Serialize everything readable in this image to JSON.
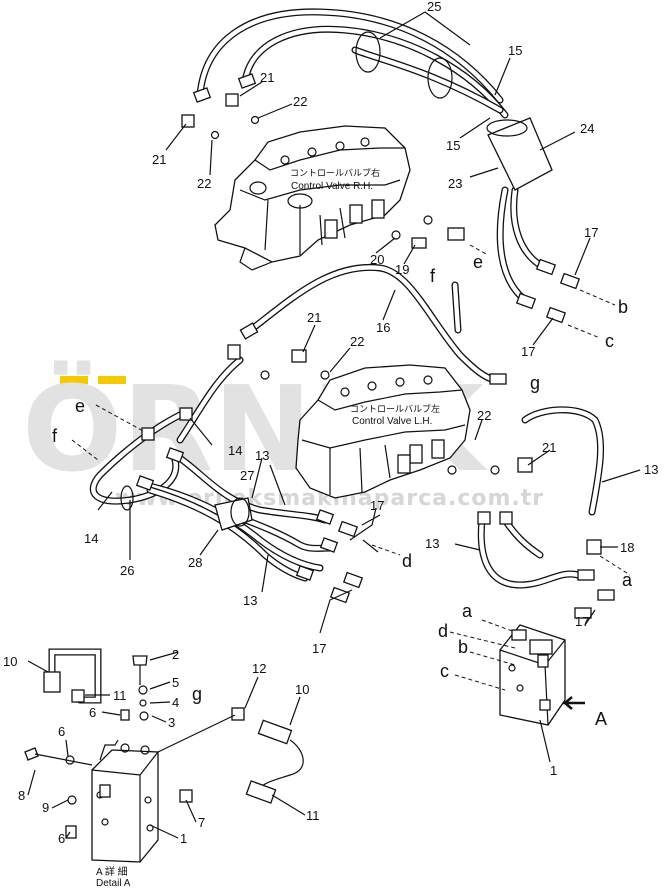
{
  "watermark": {
    "brand": "ÖRNEK",
    "url": "www.orneksmakinaparca.com.tr",
    "accent_color": "#f5c800"
  },
  "valves": {
    "rh": {
      "jp": "コントロールバルブ右",
      "en": "Control Valve R.H."
    },
    "lh": {
      "jp": "コントロールバルブ左",
      "en": "Control Valve L.H."
    }
  },
  "detail": {
    "jp": "A 詳 細",
    "en": "Detail A"
  },
  "view_label": "A",
  "part_numbers": {
    "n1": "1",
    "n1b": "1",
    "n2": "2",
    "n3": "3",
    "n4": "4",
    "n5": "5",
    "n6a": "6",
    "n6b": "6",
    "n6c": "6",
    "n7": "7",
    "n8": "8",
    "n9": "9",
    "n10a": "10",
    "n10b": "10",
    "n11a": "11",
    "n11b": "11",
    "n12": "12",
    "n13a": "13",
    "n13b": "13",
    "n13c": "13",
    "n13d": "13",
    "n14a": "14",
    "n14b": "14",
    "n15a": "15",
    "n15b": "15",
    "n16": "16",
    "n17a": "17",
    "n17b": "17",
    "n17c": "17",
    "n17d": "17",
    "n17e": "17",
    "n18": "18",
    "n19": "19",
    "n20": "20",
    "n21a": "21",
    "n21b": "21",
    "n21c": "21",
    "n21d": "21",
    "n22a": "22",
    "n22b": "22",
    "n22c": "22",
    "n22d": "22",
    "n23": "23",
    "n24": "24",
    "n25": "25",
    "n26": "26",
    "n27": "27",
    "n28": "28"
  },
  "port_letters": {
    "a1": "a",
    "a2": "a",
    "b1": "b",
    "b2": "b",
    "c1": "c",
    "c2": "c",
    "d1": "d",
    "d2": "d",
    "e1": "e",
    "e2": "e",
    "f1": "f",
    "f2": "f",
    "g1": "g",
    "g2": "g"
  }
}
